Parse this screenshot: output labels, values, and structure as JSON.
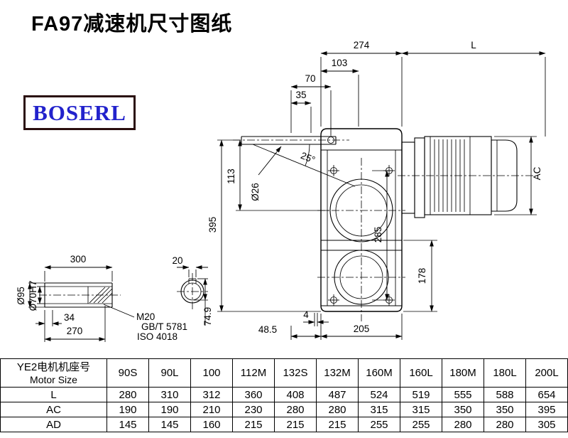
{
  "page": {
    "title": "FA97减速机尺寸图纸",
    "logo_text": "BOSERL"
  },
  "colors": {
    "logo_text": "#2222cc",
    "logo_border": "#2a0e0e",
    "line": "#000000",
    "background": "#ffffff"
  },
  "drawing": {
    "main_view_dims": {
      "d274": "274",
      "dL": "L",
      "d103": "103",
      "d70": "70",
      "d35": "35",
      "d25deg": "25°",
      "d26": "Ø26",
      "d113": "113",
      "d395": "395",
      "d285": "285",
      "dAC": "AC",
      "d178": "178",
      "d4": "4",
      "d48_5": "48.5",
      "d205": "205"
    },
    "shaft_detail_dims": {
      "d300": "300",
      "d20": "20",
      "d95": "Ø95",
      "d70h7": "Ø70H7",
      "d34": "34",
      "d270": "270",
      "m20": "M20",
      "gb": "GB/T 5781",
      "iso": "ISO 4018",
      "d74_9": "74.9"
    }
  },
  "table": {
    "header_cn": "YE2电机机座号",
    "header_en": "Motor Size",
    "sizes": [
      "90S",
      "90L",
      "100",
      "112M",
      "132S",
      "132M",
      "160M",
      "160L",
      "180M",
      "180L",
      "200L"
    ],
    "row_labels": [
      "L",
      "AC",
      "AD"
    ],
    "L": [
      "280",
      "310",
      "312",
      "360",
      "408",
      "487",
      "524",
      "519",
      "555",
      "588",
      "654"
    ],
    "AC": [
      "190",
      "190",
      "210",
      "230",
      "280",
      "280",
      "315",
      "315",
      "350",
      "350",
      "395"
    ],
    "AD": [
      "145",
      "145",
      "160",
      "215",
      "215",
      "215",
      "255",
      "255",
      "280",
      "280",
      "305"
    ]
  }
}
